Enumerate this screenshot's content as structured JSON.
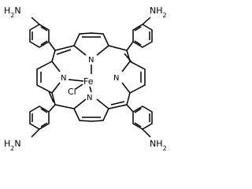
{
  "molecule": {
    "labels": {
      "amine_top_left": "H2N",
      "amine_top_right": "NH2",
      "amine_bottom_left": "H2N",
      "amine_bottom_right": "NH2",
      "pyrrole_n_top": "N",
      "pyrrole_n_left": "N",
      "pyrrole_n_right": "N",
      "pyrrole_n_bottom": "N",
      "metal": "Fe",
      "axial_ligand": "Cl"
    }
  }
}
